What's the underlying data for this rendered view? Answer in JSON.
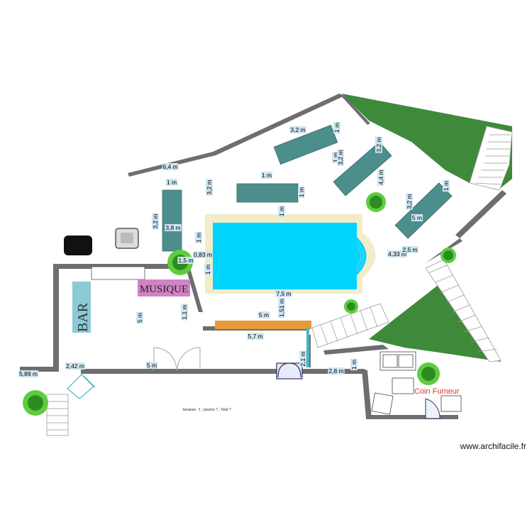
{
  "watermark": "www.archifacile.fr",
  "labels": {
    "bar": "BAR",
    "musique": "MUSIQUE",
    "coin_fumeur": "Coin Fumeur",
    "terrace_note": "terrasse : 1 ; piscine ? ; Total ?"
  },
  "dimensions": [
    "6,4 m",
    "3,2 m",
    "1 m",
    "3,2 m",
    "1 m",
    "3,2 m",
    "1 m",
    "1 m",
    "3,2 m",
    "1 m",
    "3,2 m",
    "1 m",
    "4,4 m",
    "3,2 m",
    "1 m",
    "5 m",
    "1 m",
    "3,2 m",
    "3,8 m",
    "0,83 m",
    "1,5 m",
    "1 m",
    "1 m",
    "4,33 m",
    "2,5 m",
    "7,5 m",
    "1,51 m",
    "5 m",
    "1,1 m",
    "5,7 m",
    "5 m",
    "2,1 m",
    "5 m",
    "2,8 m",
    "1 m",
    "5,89 m",
    "2,42 m",
    "5 m"
  ],
  "colors": {
    "wall": "#6e6e6e",
    "pool": "#00d4ff",
    "pool_border": "#f2ecc8",
    "lounger": "#4b8e8b",
    "grass": "#3f8a3a",
    "musique": "#d084c6",
    "bench": "#e8993a",
    "dimension_box": "#cfe6f2",
    "coin_fumeur": "#e0332b"
  }
}
